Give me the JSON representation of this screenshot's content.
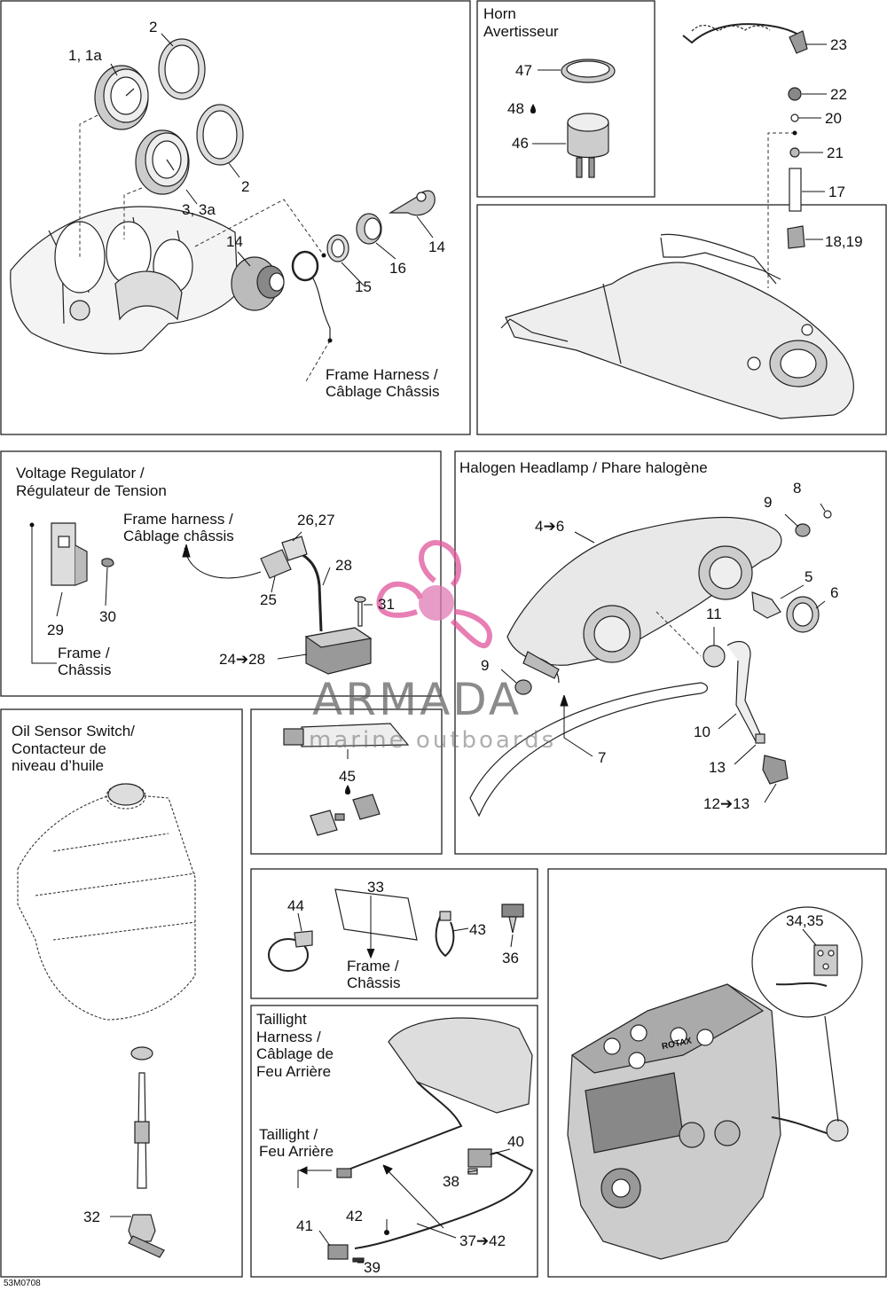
{
  "panels": {
    "horn": {
      "title": "Horn\nAvertisseur"
    },
    "voltage_regulator": {
      "title": "Voltage Regulator /\nRégulateur de Tension"
    },
    "halogen_headlamp": {
      "title": "Halogen Headlamp / Phare halogène"
    },
    "oil_sensor": {
      "title": "Oil Sensor Switch/\nContacteur de\nniveau d’huile"
    },
    "taillight_harness": {
      "title": "Taillight\nHarness /\nCâblage de\nFeu Arrière"
    }
  },
  "callouts": {
    "gauge_main": "1, 1a",
    "bezel_top": "2",
    "bezel_right": "2",
    "gauge_tach": "3, 3a",
    "switch_left": "14",
    "switch_right": "14",
    "ring_15": "15",
    "cap_16": "16",
    "frame_harness_top": "Frame Harness /\nCâblage Châssis",
    "horn_47": "47",
    "horn_48": "48",
    "horn_46": "46",
    "top_23": "23",
    "top_22": "22",
    "top_20": "20",
    "top_21": "21",
    "top_17": "17",
    "top_18_19": "18,19",
    "vr_frame_harness": "Frame harness /\nCâblage châssis",
    "vr_26_27": "26,27",
    "vr_28": "28",
    "vr_25": "25",
    "vr_31": "31",
    "vr_24_28": "24➔28",
    "vr_29": "29",
    "vr_30": "30",
    "vr_frame": "Frame /\nChâssis",
    "hl_8": "8",
    "hl_9_top": "9",
    "hl_4_6": "4➔6",
    "hl_5": "5",
    "hl_6": "6",
    "hl_11": "11",
    "hl_9_bottom": "9",
    "hl_10": "10",
    "hl_7": "7",
    "hl_13": "13",
    "hl_12_13": "12➔13",
    "grease_45": "45",
    "acc_33": "33",
    "acc_44": "44",
    "acc_43": "43",
    "acc_36": "36",
    "acc_frame": "Frame /\nChâssis",
    "engine_34_35": "34,35",
    "oil_32": "32",
    "tl_taillight": "Taillight /\nFeu Arrière",
    "tl_40": "40",
    "tl_38": "38",
    "tl_42": "42",
    "tl_41": "41",
    "tl_37_42": "37➔42",
    "tl_39": "39",
    "engine_brand": "ROTAX"
  },
  "figure_code": "53M0708",
  "watermark": {
    "brand": "ARMADA",
    "tagline": "marine outboards",
    "logo_color": "#e0559b"
  }
}
